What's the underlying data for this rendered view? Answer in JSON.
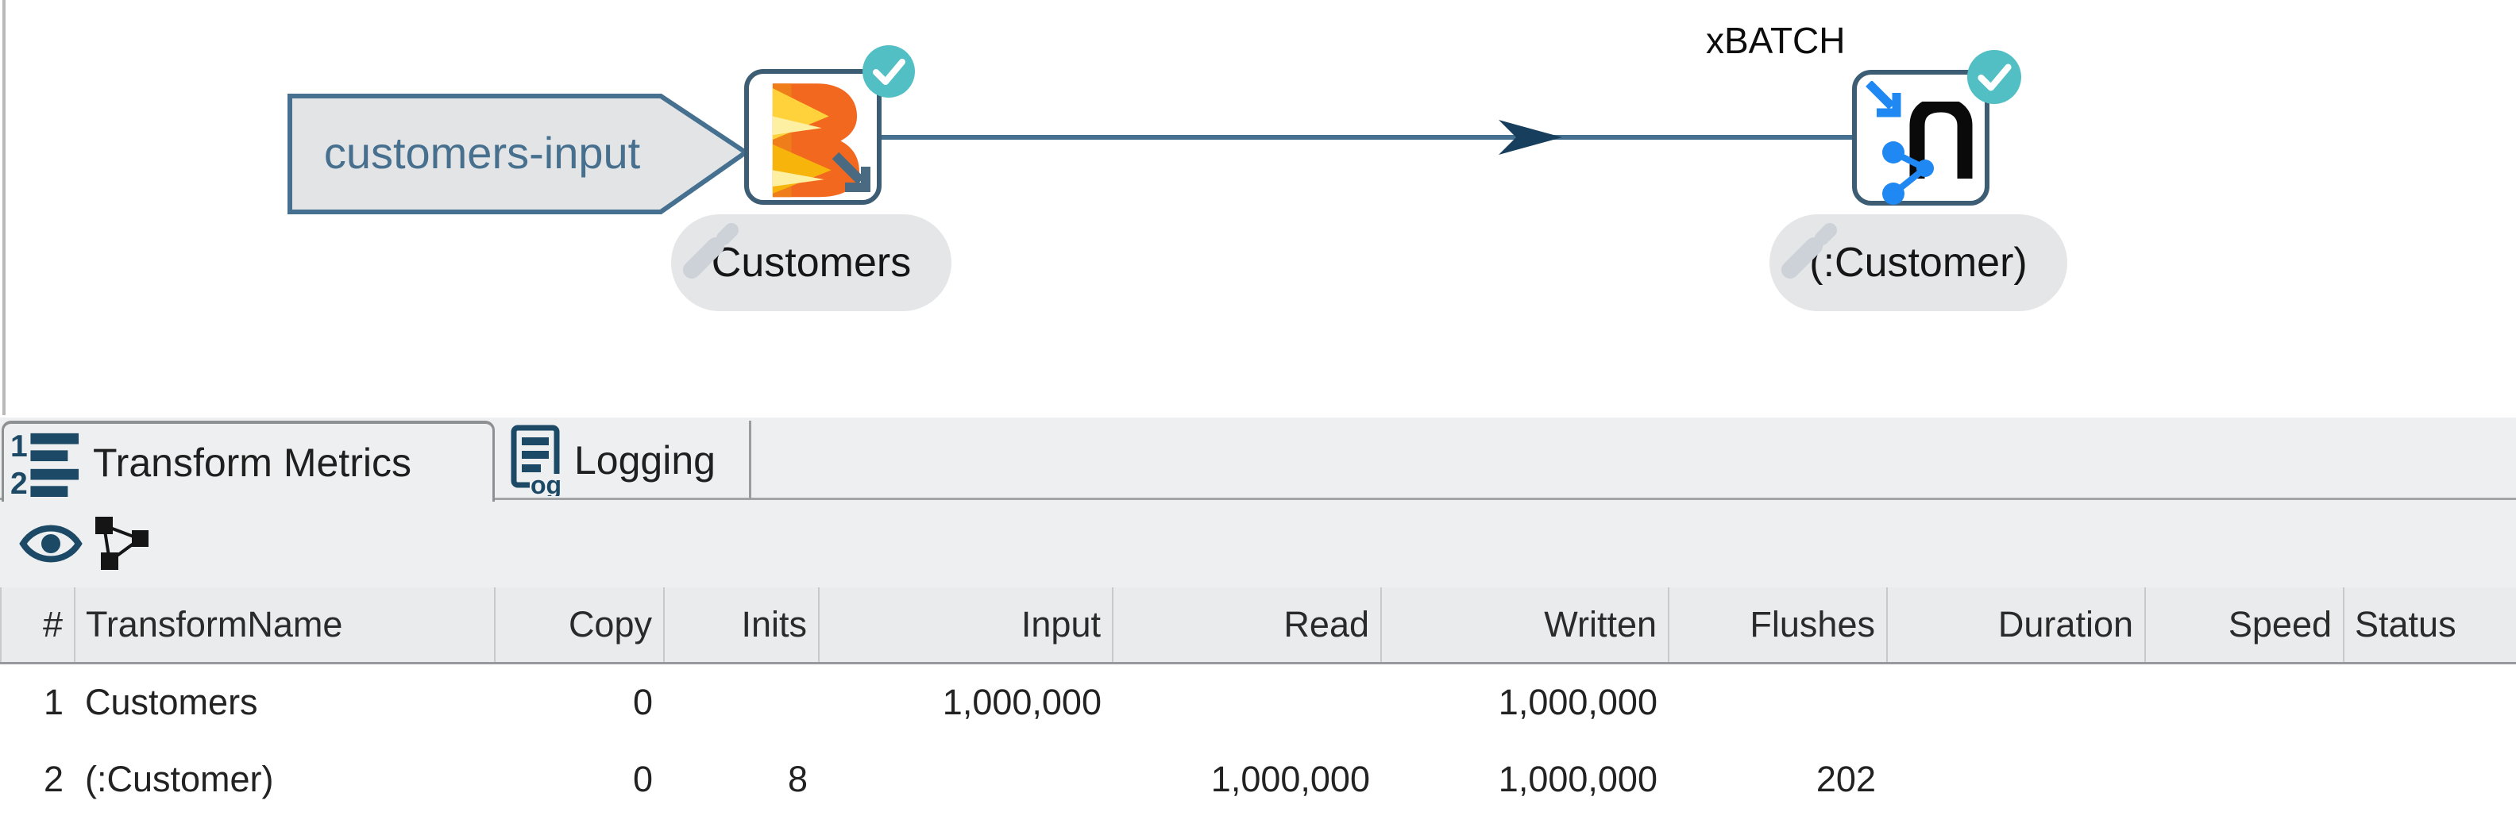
{
  "canvas": {
    "note_label": "customers-input",
    "nodes": [
      {
        "name": "Customers",
        "annotation": "",
        "icon": "beam-b-icon",
        "status": "checked"
      },
      {
        "name": "(:Customer)",
        "annotation": "xBATCH",
        "icon": "neo4j-graph-icon",
        "status": "checked"
      }
    ],
    "connection": {
      "from": "Customers",
      "to": "(:Customer)"
    }
  },
  "tabs": [
    {
      "label": "Transform Metrics",
      "icon": "numbered-list-icon",
      "active": true
    },
    {
      "label": "Logging",
      "icon": "log-icon",
      "active": false
    }
  ],
  "toolbar": {
    "icons": [
      "eye-icon",
      "graph-nodes-icon"
    ]
  },
  "metrics_table": {
    "headers": [
      "#",
      "TransformName",
      "Copy",
      "Inits",
      "Input",
      "Read",
      "Written",
      "Flushes",
      "Duration",
      "Speed",
      "Status"
    ],
    "rows": [
      [
        "1",
        "Customers",
        "0",
        "",
        "1,000,000",
        "",
        "1,000,000",
        "",
        "",
        "",
        ""
      ],
      [
        "2",
        "(:Customer)",
        "0",
        "8",
        "",
        "1,000,000",
        "1,000,000",
        "202",
        "",
        "",
        ""
      ]
    ]
  },
  "colors": {
    "node_border": "#3c5d73",
    "hop_line": "#45708f",
    "arrowhead": "#173e5c",
    "badge_teal": "#52bfc5",
    "icon_navy": "#1c4a66",
    "icon_blue": "#1f88f2",
    "beam_orange": "#f2681f",
    "beam_yellow": "#ffd23c",
    "note_fill": "#e3e4e6",
    "note_stroke": "#45708f",
    "label_pill": "#e5e6e8",
    "panel_bg": "#edeff1",
    "header_bg": "#e9ebec"
  }
}
